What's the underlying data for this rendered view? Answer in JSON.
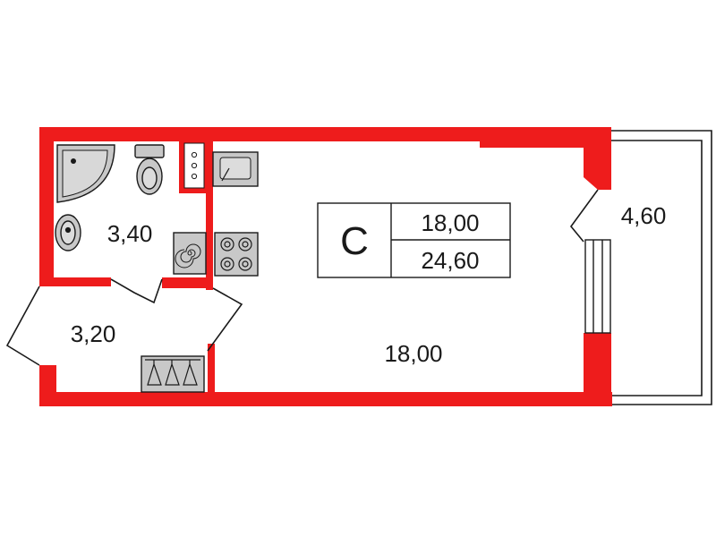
{
  "plan": {
    "type_letter": "C",
    "living_area": "18,00",
    "total_area": "24,60",
    "rooms": {
      "bathroom_area": "3,40",
      "hall_area": "3,20",
      "main_room_area": "18,00",
      "balcony_area": "4,60"
    }
  },
  "colors": {
    "wall": "#ee1c1c",
    "line": "#1a1a1a",
    "fixture_fill": "#c8c8c8",
    "background": "#ffffff"
  },
  "icons": [
    "shower-icon",
    "toilet-icon",
    "sink-icon",
    "washing-machine-icon",
    "kitchen-sink-icon",
    "stove-icon",
    "wardrobe-hangers-icon",
    "door-swing-icon",
    "balcony-window-icon"
  ]
}
